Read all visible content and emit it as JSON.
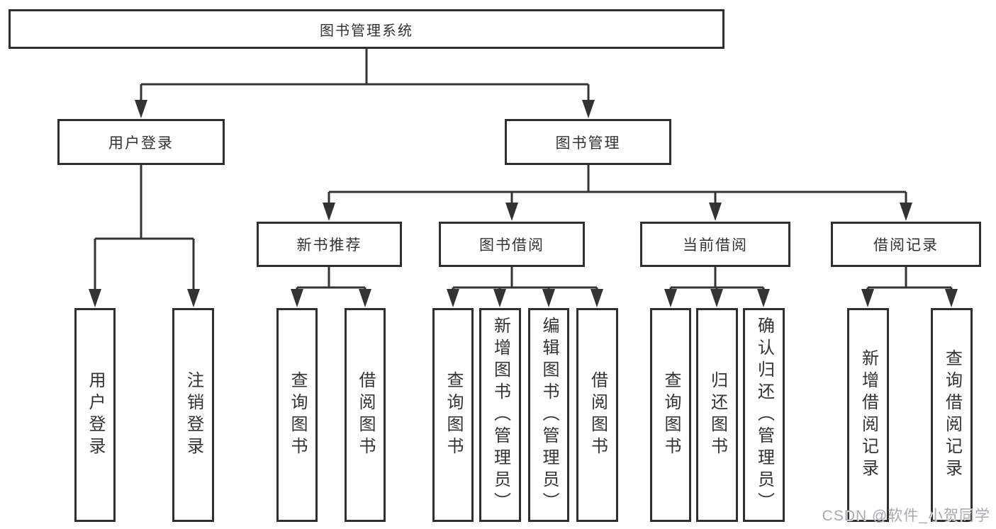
{
  "tree": {
    "root": {
      "label": "图书管理系统"
    },
    "branches": [
      {
        "label": "用户登录",
        "children": [
          {
            "label": "用户登录"
          },
          {
            "label": "注销登录"
          }
        ]
      },
      {
        "label": "图书管理",
        "children": [
          {
            "label": "新书推荐",
            "children": [
              {
                "label": "查询图书"
              },
              {
                "label": "借阅图书"
              }
            ]
          },
          {
            "label": "图书借阅",
            "children": [
              {
                "label": "查询图书"
              },
              {
                "label": "新增图书（管理员）"
              },
              {
                "label": "编辑图书（管理员）"
              },
              {
                "label": "借阅图书"
              }
            ]
          },
          {
            "label": "当前借阅",
            "children": [
              {
                "label": "查询图书"
              },
              {
                "label": "归还图书"
              },
              {
                "label": "确认归还（管理员）"
              }
            ]
          },
          {
            "label": "借阅记录",
            "children": [
              {
                "label": "新增借阅记录"
              },
              {
                "label": "查询借阅记录"
              }
            ]
          }
        ]
      }
    ]
  },
  "watermark": {
    "text": "CSDN @软件_小贺同学"
  },
  "colors": {
    "line": "#333333",
    "box_border": "#2f2f2f",
    "box_background": "#ffffff",
    "text": "#333333",
    "watermark": "#a9a9af"
  }
}
